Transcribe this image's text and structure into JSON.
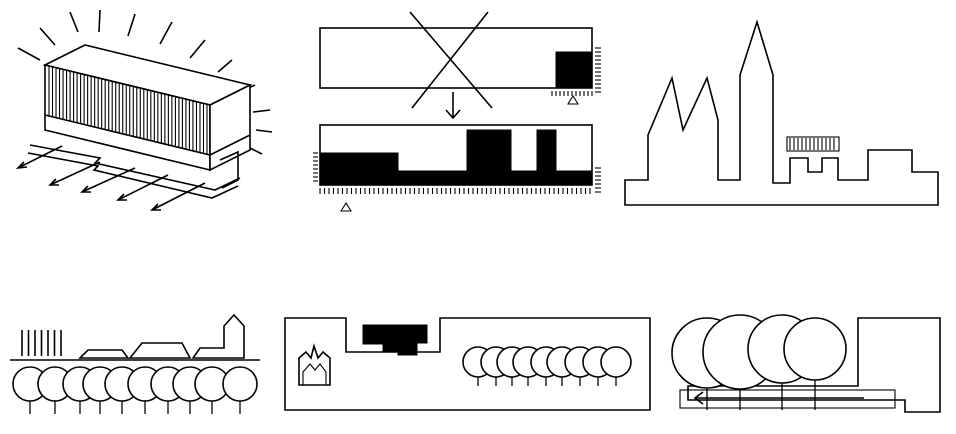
{
  "figure": {
    "background": "#ffffff",
    "ink": "#000000",
    "panels": [
      {
        "key": "solar-building",
        "icon": "building-sun-rays-icon"
      },
      {
        "key": "block-transformation",
        "icon": "massing-diagram-icon"
      },
      {
        "key": "cathedral-skyline",
        "icon": "cathedral-skyline-icon"
      },
      {
        "key": "trees-and-rooftops",
        "icon": "tree-row-rooftops-icon"
      },
      {
        "key": "site-plan-cathedral-trees",
        "icon": "site-plan-icon"
      },
      {
        "key": "trees-with-arrow",
        "icon": "tree-canopy-arrow-icon"
      }
    ]
  }
}
